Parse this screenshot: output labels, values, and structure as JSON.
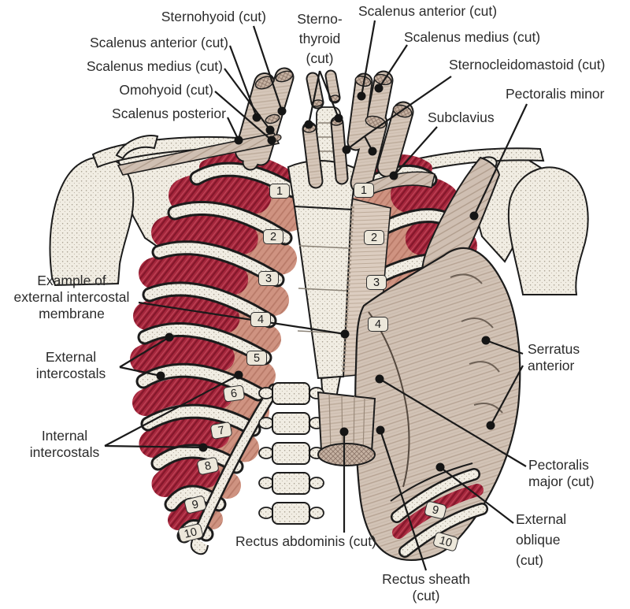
{
  "figure": {
    "kind": "anatomical-diagram",
    "colors": {
      "intercostal_red": "#a7273d",
      "internal_intercostal_pink": "#cf9381",
      "muscle_beige": "#d2c3b6",
      "bone": "#f1ede3",
      "outline": "#1c1c1c",
      "label_text": "#2b2b2b"
    },
    "labels": {
      "sternohyoid": "Sternohyoid (cut)",
      "scalenus_anterior_left": "Scalenus anterior (cut)",
      "scalenus_medius_left": "Scalenus medius (cut)",
      "omohyoid": "Omohyoid (cut)",
      "scalenus_posterior": "Scalenus posterior",
      "sternothyroid": [
        "Sterno-",
        "thyroid",
        "(cut)"
      ],
      "scalenus_anterior_right": "Scalenus anterior (cut)",
      "scalenus_medius_right": "Scalenus medius (cut)",
      "sternocleidomastoid": "Sternocleidomastoid (cut)",
      "pectoralis_minor": "Pectoralis minor",
      "subclavius": "Subclavius",
      "external_intercostal_membrane": [
        "Example of",
        "external intercostal",
        "membrane"
      ],
      "external_intercostals": [
        "External",
        "intercostals"
      ],
      "internal_intercostals": [
        "Internal",
        "intercostals"
      ],
      "serratus_anterior": [
        "Serratus",
        "anterior"
      ],
      "pectoralis_major": [
        "Pectoralis",
        "major (cut)"
      ],
      "external_oblique": [
        "External",
        "oblique",
        "(cut)"
      ],
      "rectus_abdominis": "Rectus abdominis (cut)",
      "rectus_sheath": [
        "Rectus sheath",
        "(cut)"
      ]
    },
    "ribs": {
      "left": [
        "1",
        "2",
        "3",
        "4",
        "5",
        "6",
        "7",
        "8",
        "9",
        "10"
      ],
      "right": [
        "1",
        "2",
        "3",
        "4",
        "9",
        "10"
      ]
    }
  }
}
